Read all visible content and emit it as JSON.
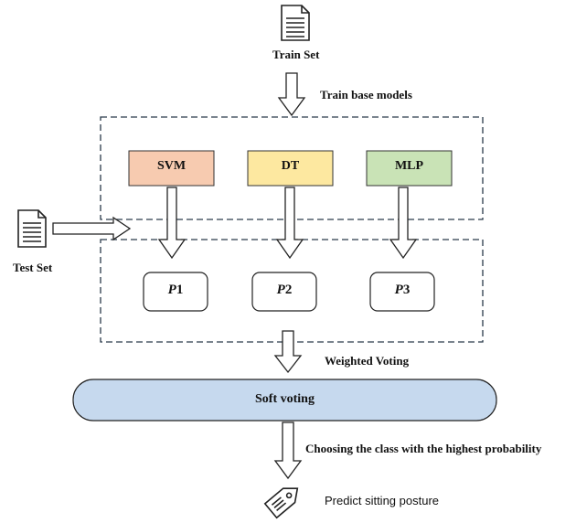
{
  "train": {
    "label": "Train Set",
    "icon": "document-icon"
  },
  "test": {
    "label": "Test Set",
    "icon": "document-icon"
  },
  "stage_labels": {
    "train_models": "Train base models",
    "weighted_voting": "Weighted Voting",
    "choose_class": "Choosing the class with the highest probability"
  },
  "models": [
    {
      "name": "SVM",
      "color": "#f7cbb0"
    },
    {
      "name": "DT",
      "color": "#fde8a0"
    },
    {
      "name": "MLP",
      "color": "#c9e3b6"
    }
  ],
  "predictions": [
    {
      "var": "P",
      "num": "1"
    },
    {
      "var": "P",
      "num": "2"
    },
    {
      "var": "P",
      "num": "3"
    }
  ],
  "voter": {
    "label": "Soft voting",
    "color": "#c6d9ee"
  },
  "output": {
    "label": "Predict sitting posture",
    "icon": "tag-icon"
  }
}
